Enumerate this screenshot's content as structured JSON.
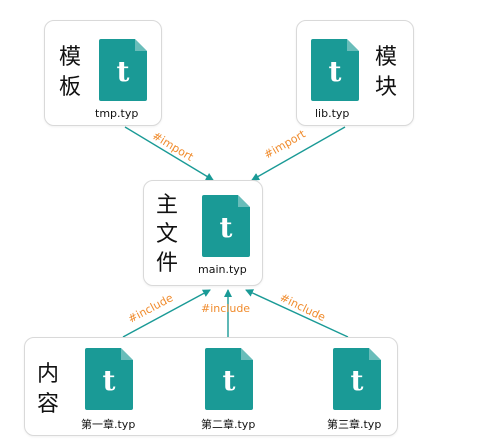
{
  "colors": {
    "accent": "#1a9a96",
    "arrow": "#1a9a96",
    "label": "#f08c2e"
  },
  "icon": {
    "name": "typst-file-icon",
    "letter": "t"
  },
  "nodes": {
    "template": {
      "title": "模板",
      "file": "tmp.typ"
    },
    "module": {
      "title": "模块",
      "file": "lib.typ"
    },
    "main": {
      "title": "主文件",
      "file": "main.typ"
    },
    "content": {
      "title": "内容",
      "files": [
        "第一章.typ",
        "第二章.typ",
        "第三章.typ"
      ]
    }
  },
  "edges": {
    "import_left": "#import",
    "import_right": "#import",
    "include_left": "#include",
    "include_mid": "#include",
    "include_right": "#include"
  }
}
